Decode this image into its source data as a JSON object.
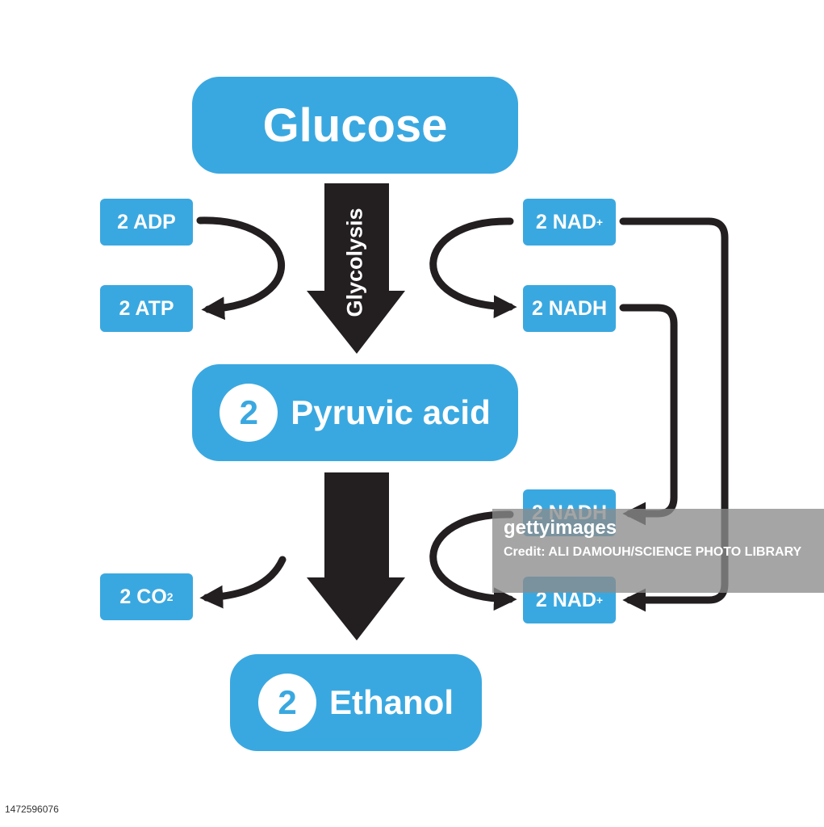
{
  "nodes": {
    "glucose": "Glucose",
    "pyruvic": {
      "count": "2",
      "label": "Pyruvic acid"
    },
    "ethanol": {
      "count": "2",
      "label": "Ethanol"
    }
  },
  "process": {
    "glycolysis": "Glycolysis"
  },
  "cofactors": {
    "adp": "2 ADP",
    "atp": "2 ATP",
    "nad_top": "2 NAD",
    "nadh_top": "2 NADH",
    "nadh_bottom": "2 NADH",
    "nad_bottom": "2 NAD",
    "nad_charge": "+",
    "co2": "2 CO",
    "co2_sub": "2"
  },
  "watermark": {
    "logo": "gettyimages",
    "credit": "Credit: ALI DAMOUH/SCIENCE PHOTO LIBRARY"
  },
  "stock_id": "1472596076",
  "colors": {
    "box": "#3aa8e0",
    "arrow": "#231f20",
    "text_on_box": "#ffffff"
  }
}
